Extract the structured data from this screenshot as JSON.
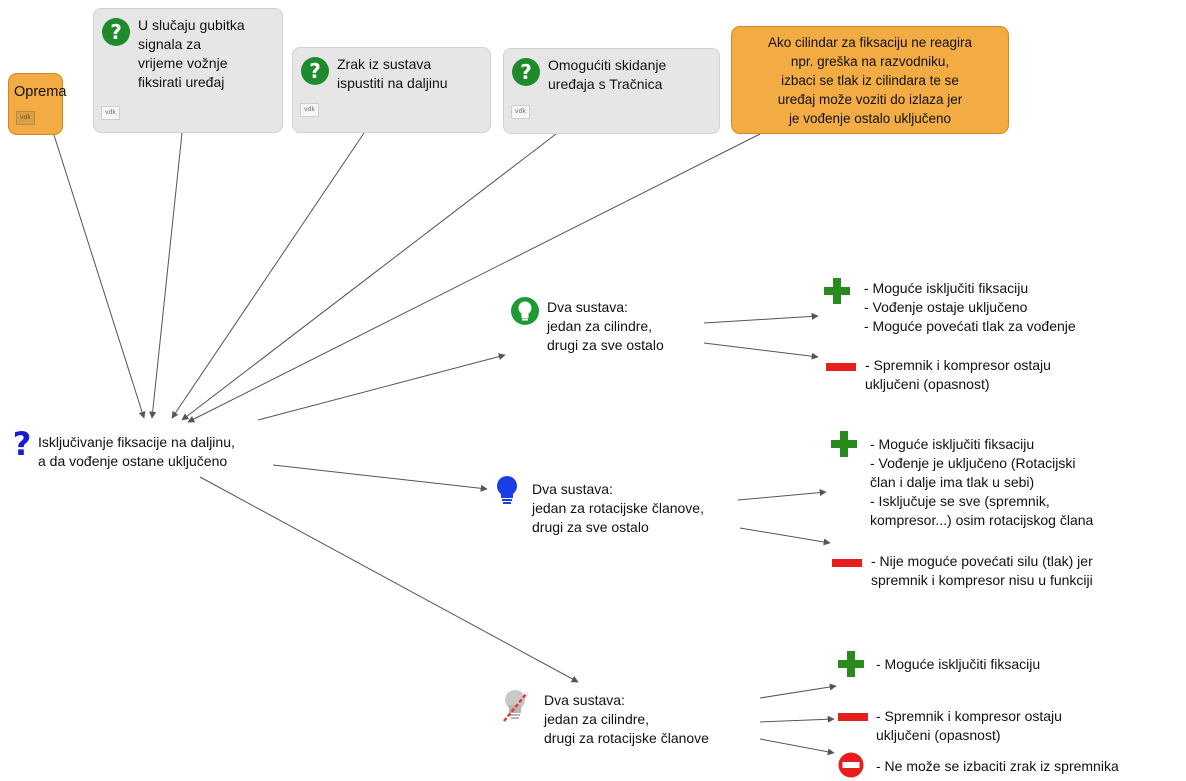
{
  "header": {
    "oprema": {
      "label": "Oprema",
      "tag": "vdk"
    },
    "q1": {
      "text": "U slučaju gubitka\nsignala za\nvrijeme vožnje\nfiksirati uređaj",
      "tag": "vdk"
    },
    "q2": {
      "text": "Zrak iz sustava\nispustiti na daljinu",
      "tag": "vdk"
    },
    "q3": {
      "text": "Omogućiti skidanje\nuređaja s Tračnica",
      "tag": "vdk"
    },
    "note": {
      "text": "Ako cilindar za fiksaciju ne reagira\nnpr. greška na razvodniku,\nizbaci se tlak iz cilindara te se\nuređaj može voziti do izlaza jer\nje vođenje ostalo uključeno"
    }
  },
  "question": {
    "text": "Isključivanje fiksacije na daljinu,\na da vođenje ostane uključeno"
  },
  "ideas": [
    {
      "text": "Dva sustava:\njedan za cilindre,\ndrugi za sve ostalo",
      "pro": "- Moguće isključiti fiksaciju\n- Vođenje ostaje uključeno\n- Moguće povećati tlak za vođenje",
      "con": "- Spremnik i kompresor ostaju\nuključeni (opasnost)"
    },
    {
      "text": "Dva sustava:\njedan za rotacijske članove,\ndrugi za sve ostalo",
      "pro": "- Moguće isključiti fiksaciju\n- Vođenje je uključeno (Rotacijski\nčlan i dalje ima tlak u sebi)\n- Isključuje se sve (spremnik,\nkompresor...) osim rotacijskog člana",
      "con": "- Nije moguće povećati silu (tlak) jer\nspremnik i kompresor nisu u funkciji"
    },
    {
      "text": "Dva sustava:\njedan za cilindre,\ndrugi za rotacijske članove",
      "pro": "- Moguće isključiti fiksaciju",
      "con": "- Spremnik i kompresor ostaju\nuključeni (opasnost)",
      "blocker": "- Ne može se izbaciti zrak iz spremnika"
    }
  ],
  "colors": {
    "card_bg": "#e6e6e6",
    "orange": "#f3ac44",
    "question_icon": "#1a1ad6",
    "idea_green": "#1e9a35",
    "idea_blue": "#1a3ee6",
    "plus": "#2b8a1e",
    "minus": "#e51e1e",
    "arrow": "#555555"
  },
  "icons": {
    "help": "question-circle-icon",
    "question": "question-mark-icon",
    "idea_1": "lightbulb-green-icon",
    "idea_2": "lightbulb-blue-icon",
    "idea_3": "lightbulb-rejected-icon",
    "pro": "plus-icon",
    "con": "minus-icon",
    "blocker": "no-entry-icon"
  }
}
